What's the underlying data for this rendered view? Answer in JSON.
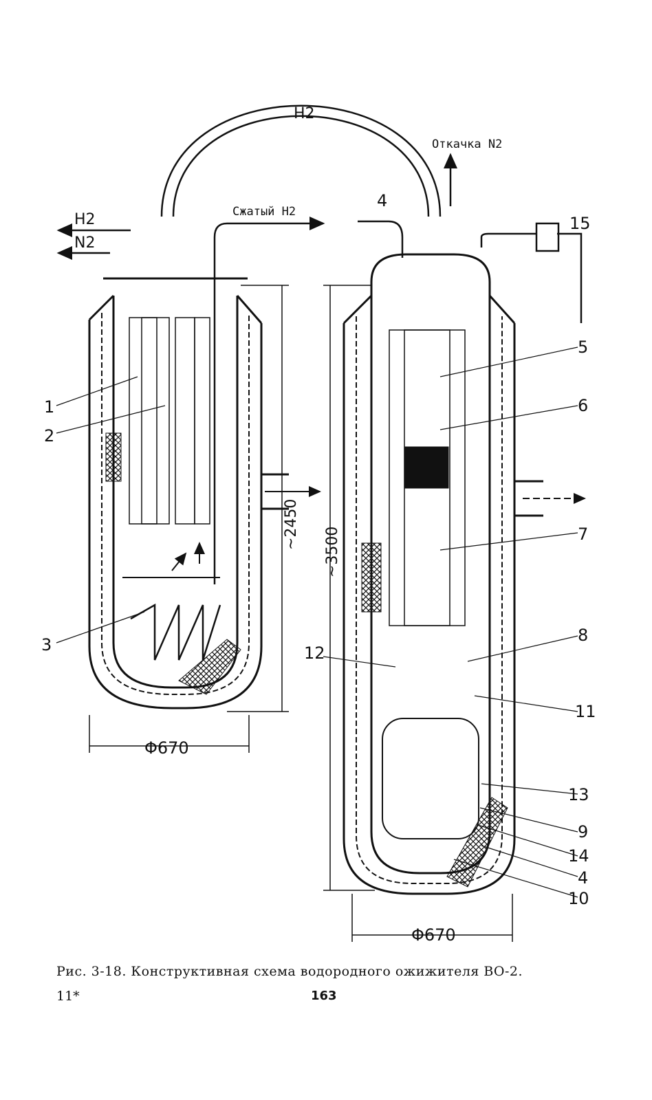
{
  "figure": {
    "labels": {
      "h2_top": "H2",
      "h2_out": "H2",
      "n2_out": "N2",
      "compressed_h2": "Сжатый H2",
      "pump_n2": "Откачка N2",
      "dim_left_height": "~2450",
      "dim_right_height": "~3500",
      "dia_left": "Φ670",
      "dia_right": "Φ670"
    },
    "callouts": [
      "1",
      "2",
      "3",
      "4",
      "5",
      "6",
      "7",
      "8",
      "11",
      "12",
      "13",
      "9",
      "14",
      "4",
      "10",
      "15"
    ]
  },
  "caption": "Рис. 3-18. Конструктивная схема водородного ожижителя ВО-2.",
  "footer": {
    "left": "11*",
    "page": "163"
  }
}
